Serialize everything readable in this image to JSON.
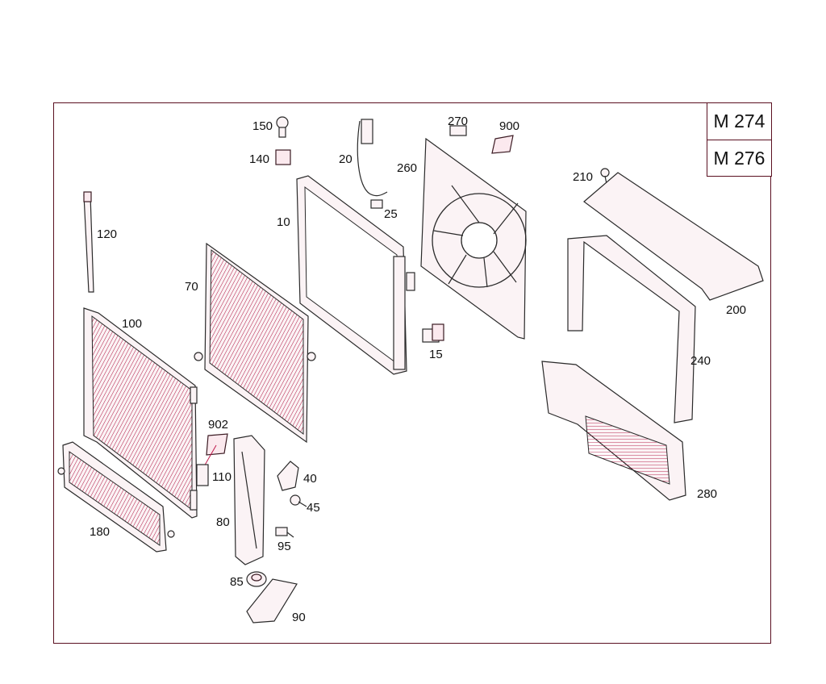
{
  "models": [
    "M 274",
    "M 276"
  ],
  "callouts": [
    {
      "id": "10",
      "label": "10"
    },
    {
      "id": "15",
      "label": "15"
    },
    {
      "id": "20",
      "label": "20"
    },
    {
      "id": "25",
      "label": "25"
    },
    {
      "id": "40",
      "label": "40"
    },
    {
      "id": "45",
      "label": "45"
    },
    {
      "id": "70",
      "label": "70"
    },
    {
      "id": "80",
      "label": "80"
    },
    {
      "id": "85",
      "label": "85"
    },
    {
      "id": "90",
      "label": "90"
    },
    {
      "id": "95",
      "label": "95"
    },
    {
      "id": "100",
      "label": "100"
    },
    {
      "id": "110",
      "label": "110"
    },
    {
      "id": "120",
      "label": "120"
    },
    {
      "id": "140",
      "label": "140"
    },
    {
      "id": "150",
      "label": "150"
    },
    {
      "id": "180",
      "label": "180"
    },
    {
      "id": "200",
      "label": "200"
    },
    {
      "id": "210",
      "label": "210"
    },
    {
      "id": "240",
      "label": "240"
    },
    {
      "id": "260",
      "label": "260"
    },
    {
      "id": "270",
      "label": "270"
    },
    {
      "id": "280",
      "label": "280"
    },
    {
      "id": "900",
      "label": "900"
    },
    {
      "id": "902",
      "label": "902"
    }
  ]
}
